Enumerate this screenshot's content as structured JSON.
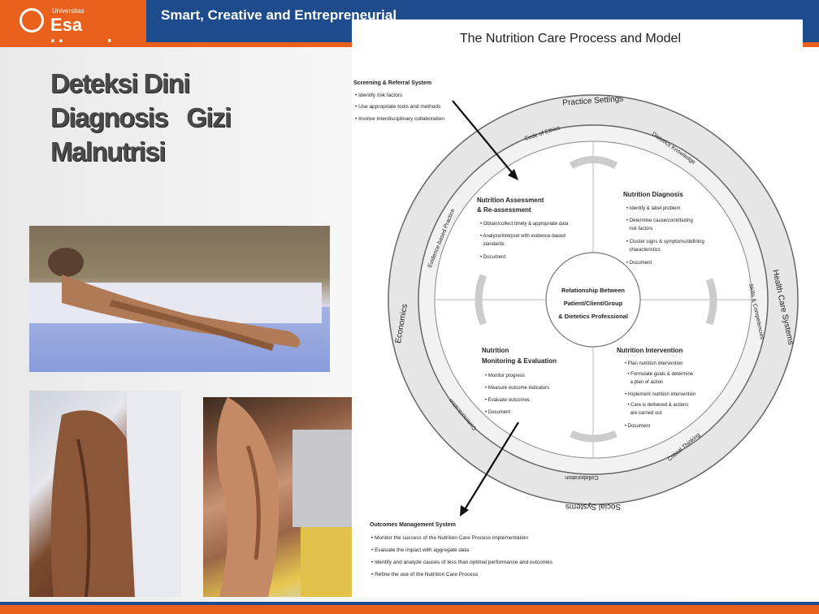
{
  "header": {
    "logo_small": "Universitas",
    "logo_name": "Esa Unggul",
    "tagline": "Smart, Creative and Entrepreneurial"
  },
  "slide": {
    "title_lines": [
      "Deteksi Dini",
      "Diagnosis   Gizi",
      "Malnutrisi"
    ]
  },
  "diagram": {
    "title": "The Nutrition Care Process and Model",
    "screening": {
      "heading": "Screening & Referral System",
      "items": [
        "• Identify risk factors",
        "• Use appropriate tools and methods",
        "• Involve interdisciplinary collaboration"
      ]
    },
    "outcomes": {
      "heading": "Outcomes Management System",
      "items": [
        "• Monitor the success of the Nutrition Care Process implementation",
        "• Evaluate the impact with aggregate data",
        "• Identify and analyze causes of less than optimal performance and outcomes",
        "• Refine the use of the Nutrition Care Process"
      ]
    },
    "outer_ring": {
      "top": "Practice Settings",
      "left": "Economics",
      "right": "Health Care Systems",
      "bottom": "Social Systems"
    },
    "inner_ring": {
      "code_of_ethics": "Code of Ethics",
      "dietetics_knowledge": "Dietetics Knowledge",
      "evidence_based_practice": "Evidence-based Practice",
      "skills_competencies": "Skills & Competencies",
      "communication": "Communication",
      "critical_thinking": "Critical Thinking",
      "collaboration": "Collaboration"
    },
    "center": {
      "lines": [
        "Relationship Between",
        "Patient/Client/Group",
        "& Dietetics Professional"
      ]
    },
    "assessment": {
      "title_lines": [
        "Nutrition Assessment",
        "& Re-assessment"
      ],
      "items": [
        "• Obtain/collect timely & appropriate data",
        "• Analyze/interpret with evidence-based",
        "  standards",
        "• Document"
      ]
    },
    "diagnosis": {
      "title": "Nutrition Diagnosis",
      "items": [
        "• Identify & label problem",
        "• Determine cause/contributing",
        "  risk factors",
        "• Cluster signs & symptoms/defining",
        "  characteristics",
        "• Document"
      ]
    },
    "monitoring": {
      "title_lines": [
        "Nutrition",
        "Monitoring & Evaluation"
      ],
      "items": [
        "• Monitor progress",
        "• Measure outcome indicators",
        "• Evaluate outcomes",
        "• Document"
      ]
    },
    "intervention": {
      "title": "Nutrition Intervention",
      "items": [
        "• Plan nutrition intervention",
        "  • Formulate goals & determine",
        "    a plan of action",
        "• Implement nutrition intervention",
        "  • Care is delivered & actions",
        "    are carried out",
        "• Document"
      ]
    }
  }
}
